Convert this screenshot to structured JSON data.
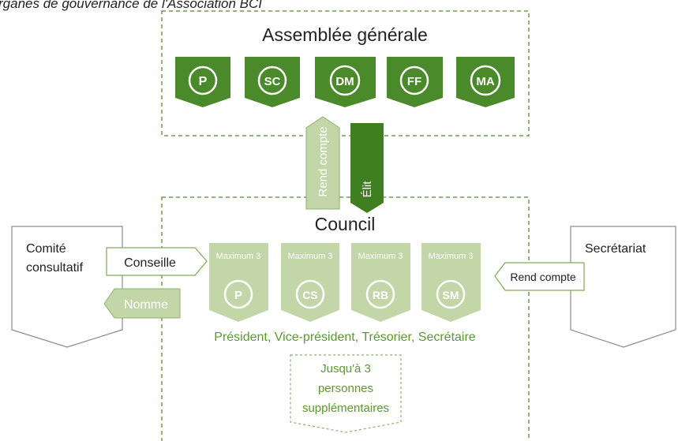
{
  "title": "rganes de gouvernance de l'Association BCI",
  "assembly": {
    "title": "Assemblée générale",
    "badges": [
      "P",
      "SC",
      "DM",
      "FF",
      "MA"
    ]
  },
  "arrows": {
    "reports_up": "Rend compte",
    "elects": "Élit"
  },
  "council": {
    "title": "Council",
    "badges": [
      {
        "label": "P",
        "caption": "Maximum 3"
      },
      {
        "label": "CS",
        "caption": "Maximum 3"
      },
      {
        "label": "RB",
        "caption": "Maximum 3"
      },
      {
        "label": "SM",
        "caption": "Maximum 3"
      }
    ],
    "roles": "Président, Vice-président, Trésorier, Secrétaire",
    "extra": [
      "Jusqu'à 3",
      "personnes",
      "supplémentaires"
    ]
  },
  "advisory": {
    "title_lines": [
      "Comité",
      "consultatif"
    ],
    "advises": "Conseille",
    "appoints": "Nomme"
  },
  "secretariat": {
    "title": "Secrétariat",
    "reports": "Rend compte"
  },
  "colors": {
    "dark_green": "#4a8a2a",
    "light_green": "#c2d6a8",
    "text_green": "#5a9a2a",
    "dash": "#6e9e4e",
    "gray_border": "#8c8c8c"
  }
}
